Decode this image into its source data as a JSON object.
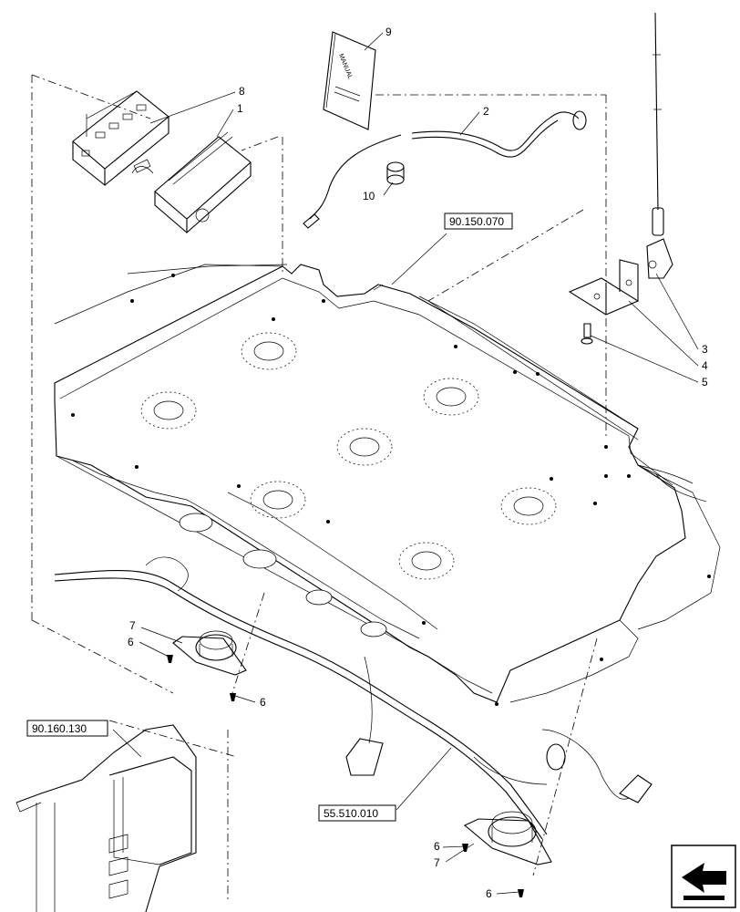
{
  "callouts": {
    "c1": "1",
    "c2": "2",
    "c3": "3",
    "c4": "4",
    "c5": "5",
    "c6a": "6",
    "c6b": "6",
    "c6c": "6",
    "c6d": "6",
    "c7a": "7",
    "c7b": "7",
    "c8": "8",
    "c9": "9",
    "c10": "10"
  },
  "references": {
    "ref_90150070": "90.150.070",
    "ref_90160130": "90.160.130",
    "ref_55510010": "55.510.010"
  },
  "manual_cover_text": "MANUAL",
  "icons": [
    "radio-unit",
    "mounting-bracket",
    "antenna",
    "antenna-cable",
    "manual-book",
    "spacer",
    "speaker",
    "screw",
    "wiring-harness",
    "roof-panel",
    "air-duct",
    "navigation-arrow-icon"
  ]
}
